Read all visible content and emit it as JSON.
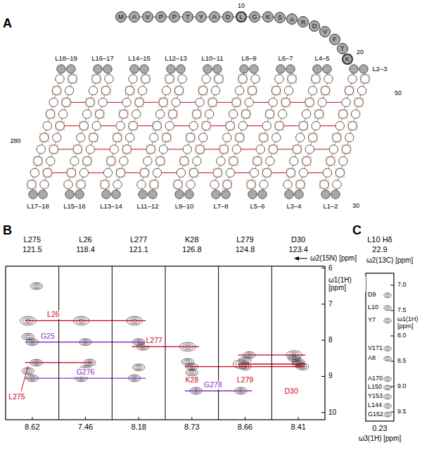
{
  "diagram": {
    "nodes": [
      {
        "text": [
          "M"
        ]
      },
      {
        "text": [
          "A"
        ]
      },
      {
        "text": [
          "V"
        ]
      },
      {
        "text": [
          "P"
        ]
      },
      {
        "text": [
          "P"
        ]
      },
      {
        "text": [
          "T"
        ]
      },
      {
        "text": [
          "Y"
        ]
      },
      {
        "text": [
          "A"
        ]
      },
      {
        "text": [
          "D"
        ]
      },
      {
        "text": [
          "L"
        ]
      },
      {
        "text": [
          "G"
        ]
      },
      {
        "text": [
          "K"
        ]
      },
      {
        "text": [
          "S"
        ]
      },
      {
        "text": [
          "A"
        ]
      },
      {
        "text": [
          "R"
        ]
      },
      {
        "text": [
          "D"
        ]
      },
      {
        "text": [
          "V"
        ]
      },
      {
        "text": [
          "F"
        ]
      },
      {
        "text": [
          "T"
        ]
      },
      {
        "text": [
          "K"
        ]
      }
    ],
    "edges": [
      {
        "from": 0,
        "to": 1,
        "arrow": "none"
      },
      {
        "from": 1,
        "to": 2,
        "arrow": "none"
      },
      {
        "from": 2,
        "to": 3,
        "arrow": "none"
      },
      {
        "from": 3,
        "to": 4,
        "arrow": "none"
      },
      {
        "from": 4,
        "to": 5,
        "arrow": "none"
      },
      {
        "from": 5,
        "to": 6,
        "arrow": "none"
      },
      {
        "from": 6,
        "to": 7,
        "arrow": "none"
      },
      {
        "from": 7,
        "to": 8,
        "arrow": "none"
      },
      {
        "from": 8,
        "to": 9,
        "arrow": "none"
      },
      {
        "from": 9,
        "to": 10,
        "arrow": "none"
      },
      {
        "from": 10,
        "to": 11,
        "arrow": "none"
      },
      {
        "from": 11,
        "to": 12,
        "arrow": "none"
      },
      {
        "from": 12,
        "to": 13,
        "arrow": "none"
      },
      {
        "from": 13,
        "to": 14,
        "arrow": "none"
      },
      {
        "from": 14,
        "to": 15,
        "arrow": "none"
      },
      {
        "from": 15,
        "to": 16,
        "arrow": "none"
      },
      {
        "from": 16,
        "to": 17,
        "arrow": "none"
      },
      {
        "from": 17,
        "to": 18,
        "arrow": "none"
      },
      {
        "from": 18,
        "to": 19,
        "arrow": "none"
      }
    ],
    "labels": [
      "A",
      "L18–19",
      "L16–17",
      "L14–15",
      "L12–13",
      "L10–11",
      "L8–9",
      "L6–7",
      "L4–5",
      "L2–3",
      "L17–18",
      "L15–16",
      "L13–14",
      "L11–12",
      "L9–10",
      "L7–8",
      "L5–6",
      "L3–4",
      "L1–2",
      "10",
      "20",
      "50",
      "30",
      "280",
      "B",
      "L275",
      "121.5",
      "L26",
      "118.4",
      "L277",
      "121.1",
      "K28",
      "126.8",
      "L279",
      "124.8",
      "D30",
      "123.4",
      "ω2(15N) [ppm]",
      "6",
      "7",
      "8",
      "9",
      "10",
      "ω1(1H) [ppm]",
      "L26",
      "L277",
      "L275",
      "K28",
      "L279",
      "D30",
      "G25",
      "G276",
      "G278",
      "8.62",
      "7.46",
      "8.18",
      "8.73",
      "8.66",
      "8.41",
      "ω3(1H) [ppm]",
      "C",
      "L10 Hδ",
      "22.9",
      "ω2(13C) [ppm]",
      "7.0",
      "7.5",
      "8.0",
      "8.5",
      "9.0",
      "9.5",
      "ω1(1H) [ppm]",
      "D9",
      "L10",
      "Y7",
      "V171",
      "A8",
      "A170",
      "L150",
      "Y153",
      "L144",
      "G152",
      "0.23"
    ]
  }
}
